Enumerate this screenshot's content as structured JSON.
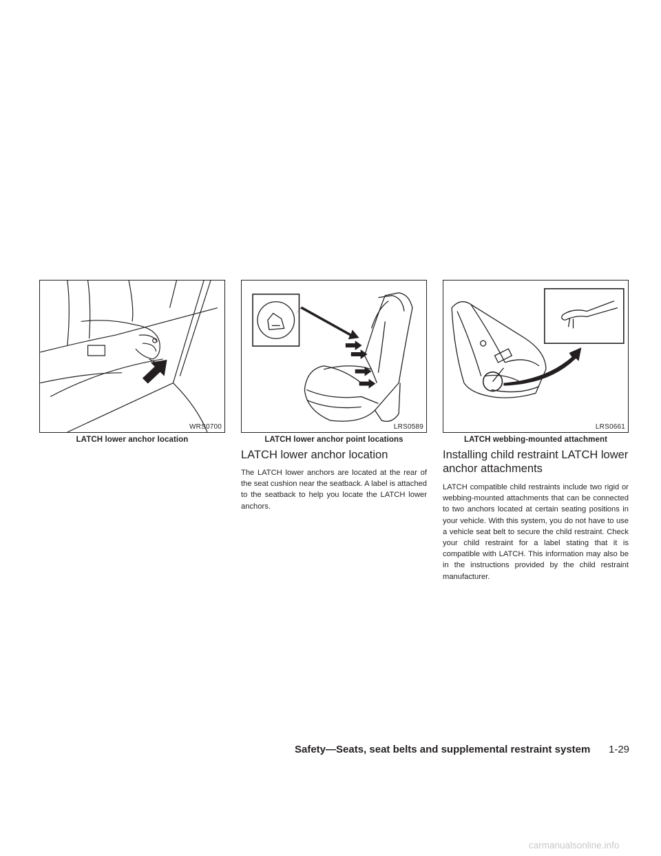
{
  "figures": [
    {
      "code": "WRS0700",
      "caption": "LATCH lower anchor location"
    },
    {
      "code": "LRS0589",
      "caption": "LATCH lower anchor point locations"
    },
    {
      "code": "LRS0661",
      "caption": "LATCH webbing-mounted attachment"
    }
  ],
  "section1": {
    "heading": "LATCH lower anchor location",
    "body": "The LATCH lower anchors are located at the rear of the seat cushion near the seatback. A label is attached to the seatback to help you locate the LATCH lower anchors."
  },
  "section2": {
    "heading_line1": "Installing child restraint LATCH lower",
    "heading_line2": "anchor attachments",
    "body": "LATCH compatible child restraints include two rigid or webbing-mounted attachments that can be connected to two anchors located at certain seating positions in your vehicle. With this sys­tem, you do not have to use a vehicle seat belt to secure the child restraint. Check your child re­straint for a label stating that it is compatible with LATCH. This information may also be in the in­structions provided by the child restraint manu­facturer."
  },
  "footer": {
    "section_title": "Safety—Seats, seat belts and supplemental restraint system",
    "page_number": "1-29"
  },
  "watermark": "carmanualsonline.info",
  "icons": [
    "child-seat-anchor-icon",
    "arrow-icon"
  ]
}
